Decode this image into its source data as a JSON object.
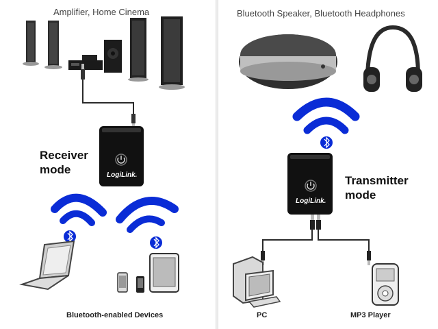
{
  "left": {
    "title": "Amplifier, Home Cinema",
    "mode_line1": "Receiver",
    "mode_line2": "mode",
    "device_brand": "LogiLink.",
    "devices_label": "Bluetooth-enabled Devices"
  },
  "right": {
    "title": "Bluetooth Speaker, Bluetooth Headphones",
    "mode_line1": "Transmitter",
    "mode_line2": "mode",
    "device_brand": "LogiLink.",
    "pc_label": "PC",
    "mp3_label": "MP3 Player"
  },
  "colors": {
    "bluetooth_blue": "#0a2cd6",
    "device_black": "#111111",
    "cable": "#2a2a2a"
  },
  "icons": [
    "bluetooth-icon",
    "power-icon",
    "wifi-waves-icon",
    "speaker-icon",
    "headphones-icon",
    "laptop-icon",
    "phone-icon",
    "tablet-icon",
    "pc-icon",
    "mp3-player-icon"
  ]
}
